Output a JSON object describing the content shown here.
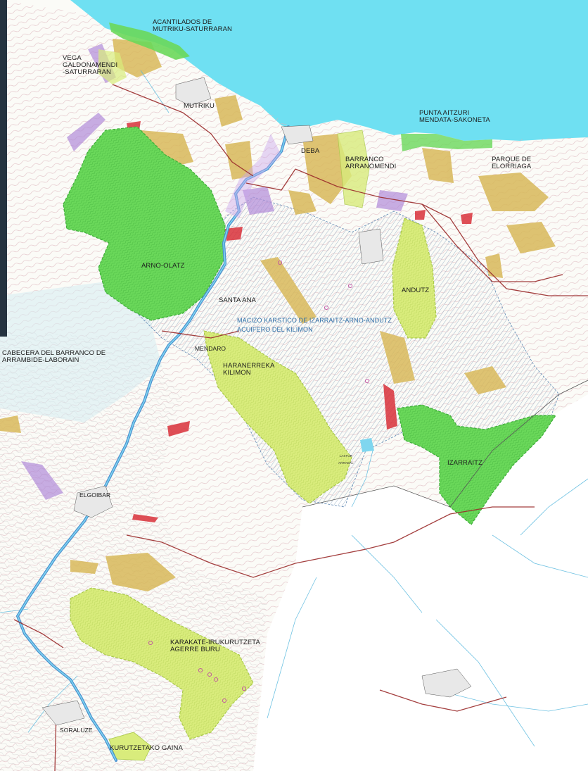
{
  "map": {
    "colors": {
      "sea": "#6fe0f2",
      "land": "#fbfbf7",
      "outer_area": "#ffffff",
      "protected_green": "#6ad85a",
      "protected_lime": "#d9ec7c",
      "karst_hatch": "#b4c6d6",
      "river": "#4a8fd0",
      "road": "#9a2a2a",
      "mustard": "#d8b95a",
      "red_patch": "#d8303a",
      "purple": "#b08ad8",
      "contour": "#d6a7b0"
    },
    "labels": {
      "acantilados": "ACANTILADOS DE\nMUTRIKU-SATURRARAN",
      "vega": "VEGA\nGALDONAMENDI\n-SATURRARAN",
      "mutriku": "MUTRIKU",
      "deba": "DEBA",
      "punta_aitzuri": "PUNTA AITZURI\nMENDATA-SAKONETA",
      "barranco_arranomendi": "BARRANCO\nARRANOMENDI",
      "parque_elorriaga": "PARQUE DE\nELORRIAGA",
      "arno_olatz": "ARNO-OLATZ",
      "andutz": "ANDUTZ",
      "santa_ana": "SANTA ANA",
      "macizo": "MACIZO KARSTICO DE IZARRAITZ-ARNO-ANDUTZ",
      "acuifero": "ACUIFERO DEL KILIMON",
      "cabecera": "CABECERA DEL BARRANCO DE\nARRAMBIDE-LABORAIN",
      "mendaro": "MENDARO",
      "haranerreka": "HARANERREKA\nKILIMON",
      "izarraitz": "IZARRAITZ",
      "elgoibar": "ELGOIBAR",
      "karakate": "KARAKATE-IRUKURUTZETA\nAGERRE BURU",
      "soraluze": "SORALUZE",
      "kurutzetako": "KURUTZETAKO GAINA",
      "lastur": "LASTUR\nARRABAL"
    },
    "icons": {
      "poi_marker": "circle-marker-icon"
    }
  }
}
